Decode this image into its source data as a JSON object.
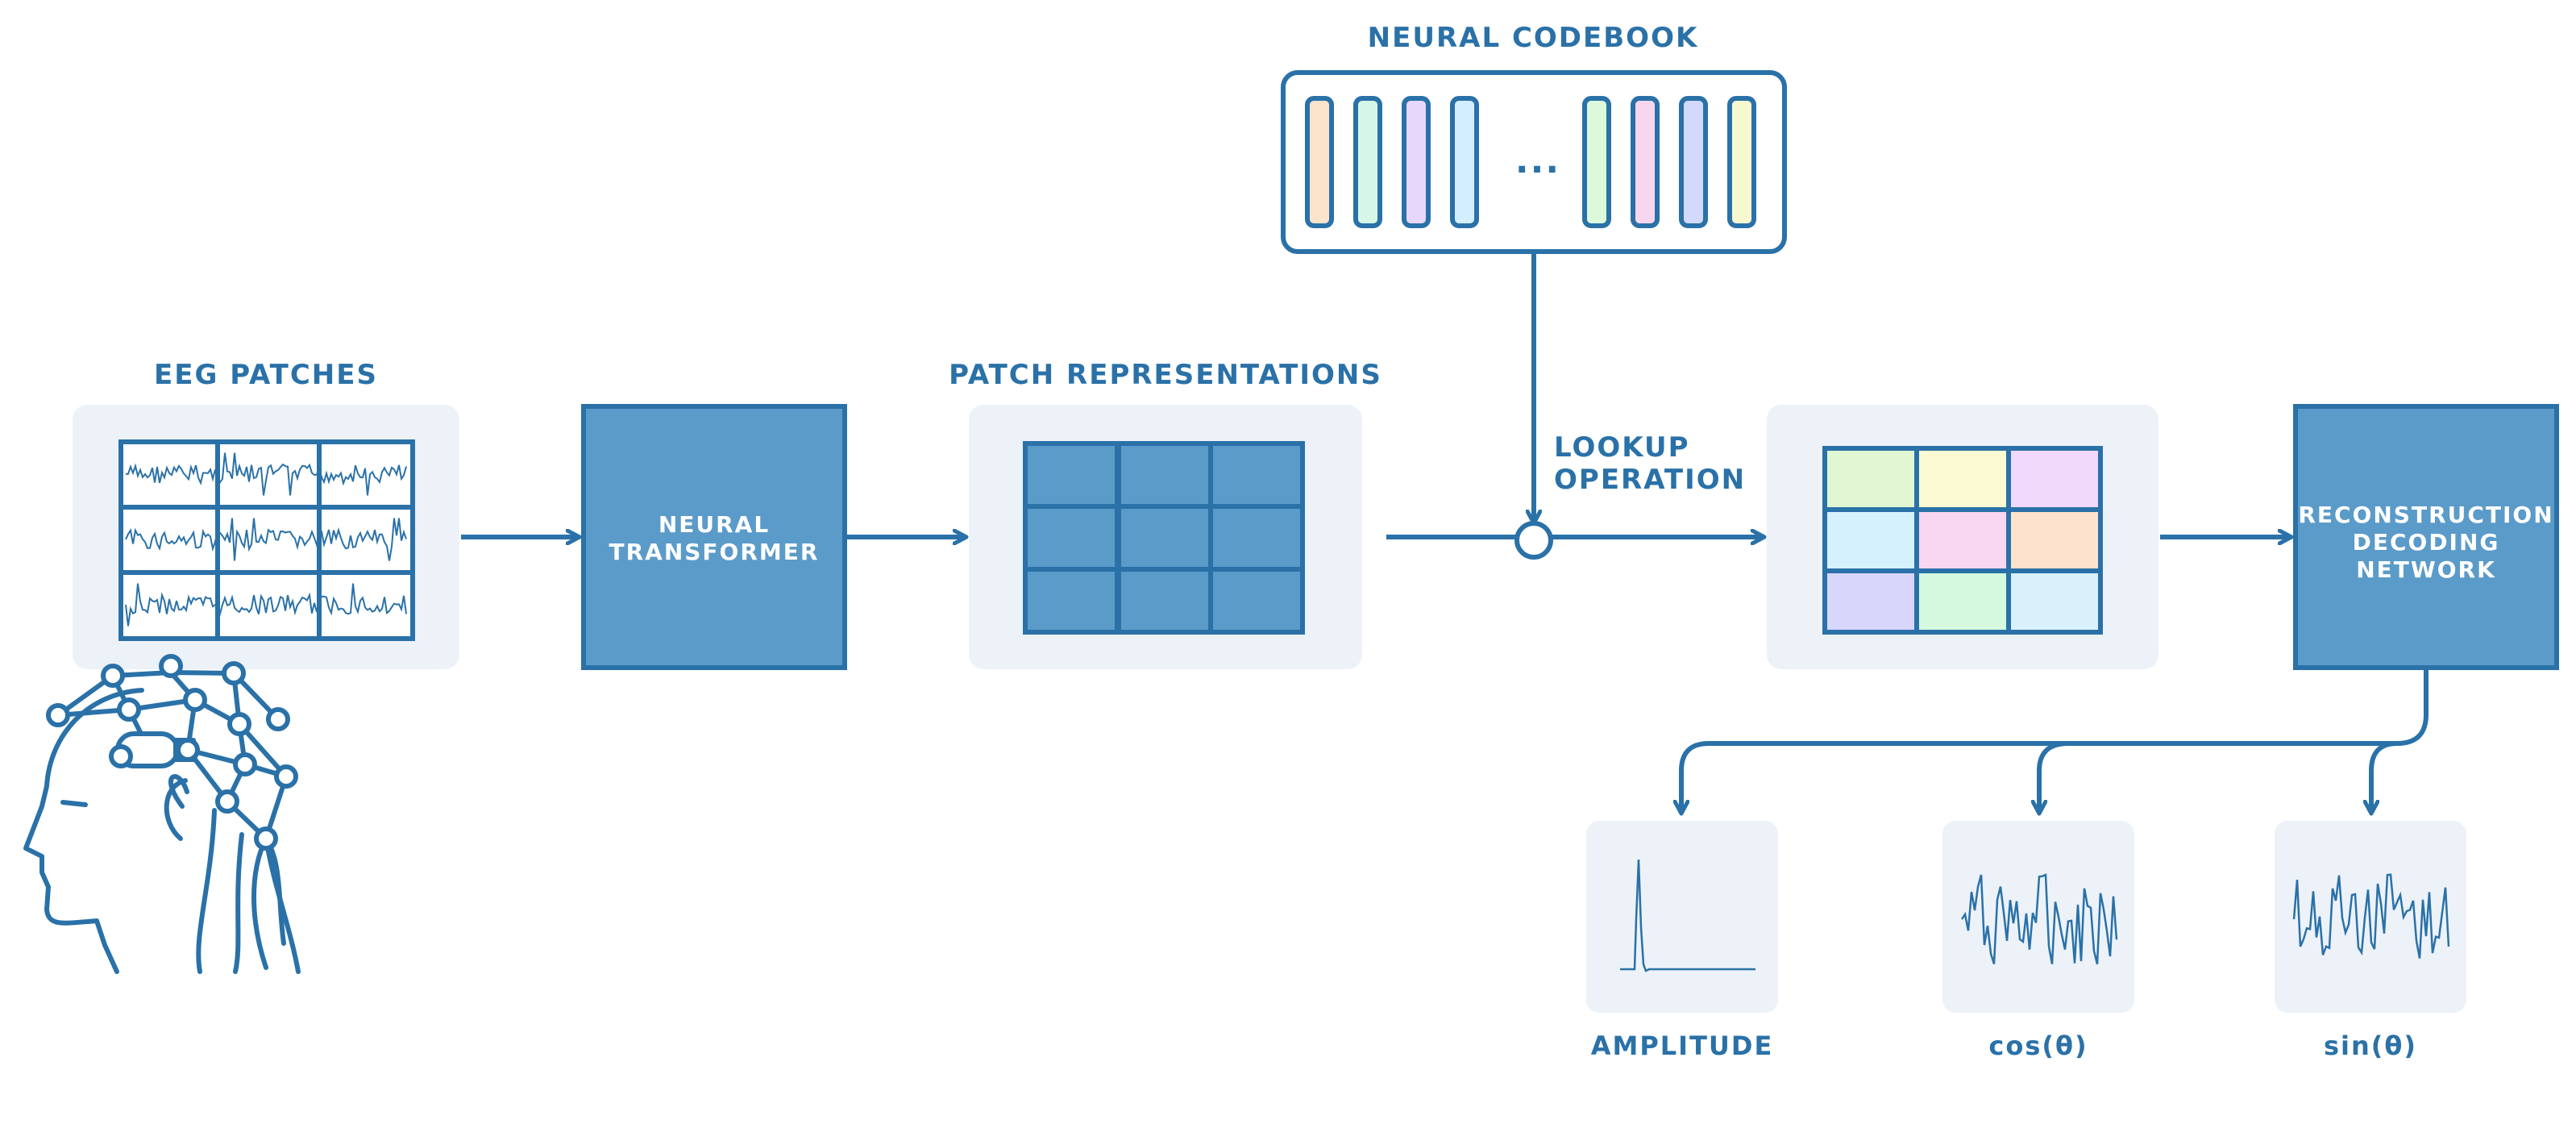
{
  "colors": {
    "primary": "#2a71a8",
    "box_fill": "#5b9bc9",
    "panel_bg": "#edf2f9",
    "codebook_colors": [
      "#fbe3cc",
      "#d6f7e7",
      "#e7d7fb",
      "#d3efff",
      "#dcf9dc",
      "#f9d6f0",
      "#d3d9fb",
      "#f8f8d0"
    ],
    "quantized_colors": [
      "#e1f7d3",
      "#fbfad2",
      "#f0d9fa",
      "#d5f1fd",
      "#f9d6f1",
      "#fde3cd",
      "#d8d6fb",
      "#d5f9df",
      "#d8f1fb"
    ]
  },
  "icons": [
    "eeg-head-icon",
    "eeg-signal-grid-icon",
    "lookup-node-icon",
    "arrow-icon"
  ],
  "labels": {
    "codebook_title": "NEURAL CODEBOOK",
    "codebook_ellipsis": "...",
    "eeg_patches": "EEG PATCHES",
    "transformer_line1": "NEURAL",
    "transformer_line2": "TRANSFORMER",
    "patch_reps": "PATCH REPRESENTATIONS",
    "lookup_line1": "LOOKUP",
    "lookup_line2": "OPERATION",
    "recon_line1": "RECONSTRUCTION",
    "recon_line2": "DECODING",
    "recon_line3": "NETWORK",
    "amplitude": "AMPLITUDE",
    "cos": "cos(θ)",
    "sin": "sin(θ)"
  }
}
